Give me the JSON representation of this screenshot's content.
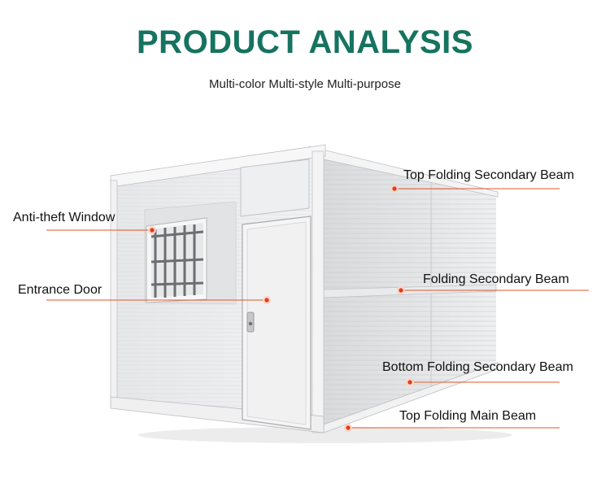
{
  "header": {
    "title": "PRODUCT ANALYSIS",
    "subtitle": "Multi-color Multi-style Multi-purpose"
  },
  "callouts": {
    "top_folding_secondary_beam": "Top Folding Secondary Beam",
    "anti_theft_window": "Anti-theft Window",
    "folding_secondary_beam": "Folding Secondary Beam",
    "entrance_door": "Entrance Door",
    "bottom_folding_secondary_beam": "Bottom Folding Secondary Beam",
    "top_folding_main_beam": "Top Folding Main Beam"
  },
  "colors": {
    "title": "#16735f",
    "callout_line": "#e0572a",
    "callout_dot": "#e23b1e"
  }
}
